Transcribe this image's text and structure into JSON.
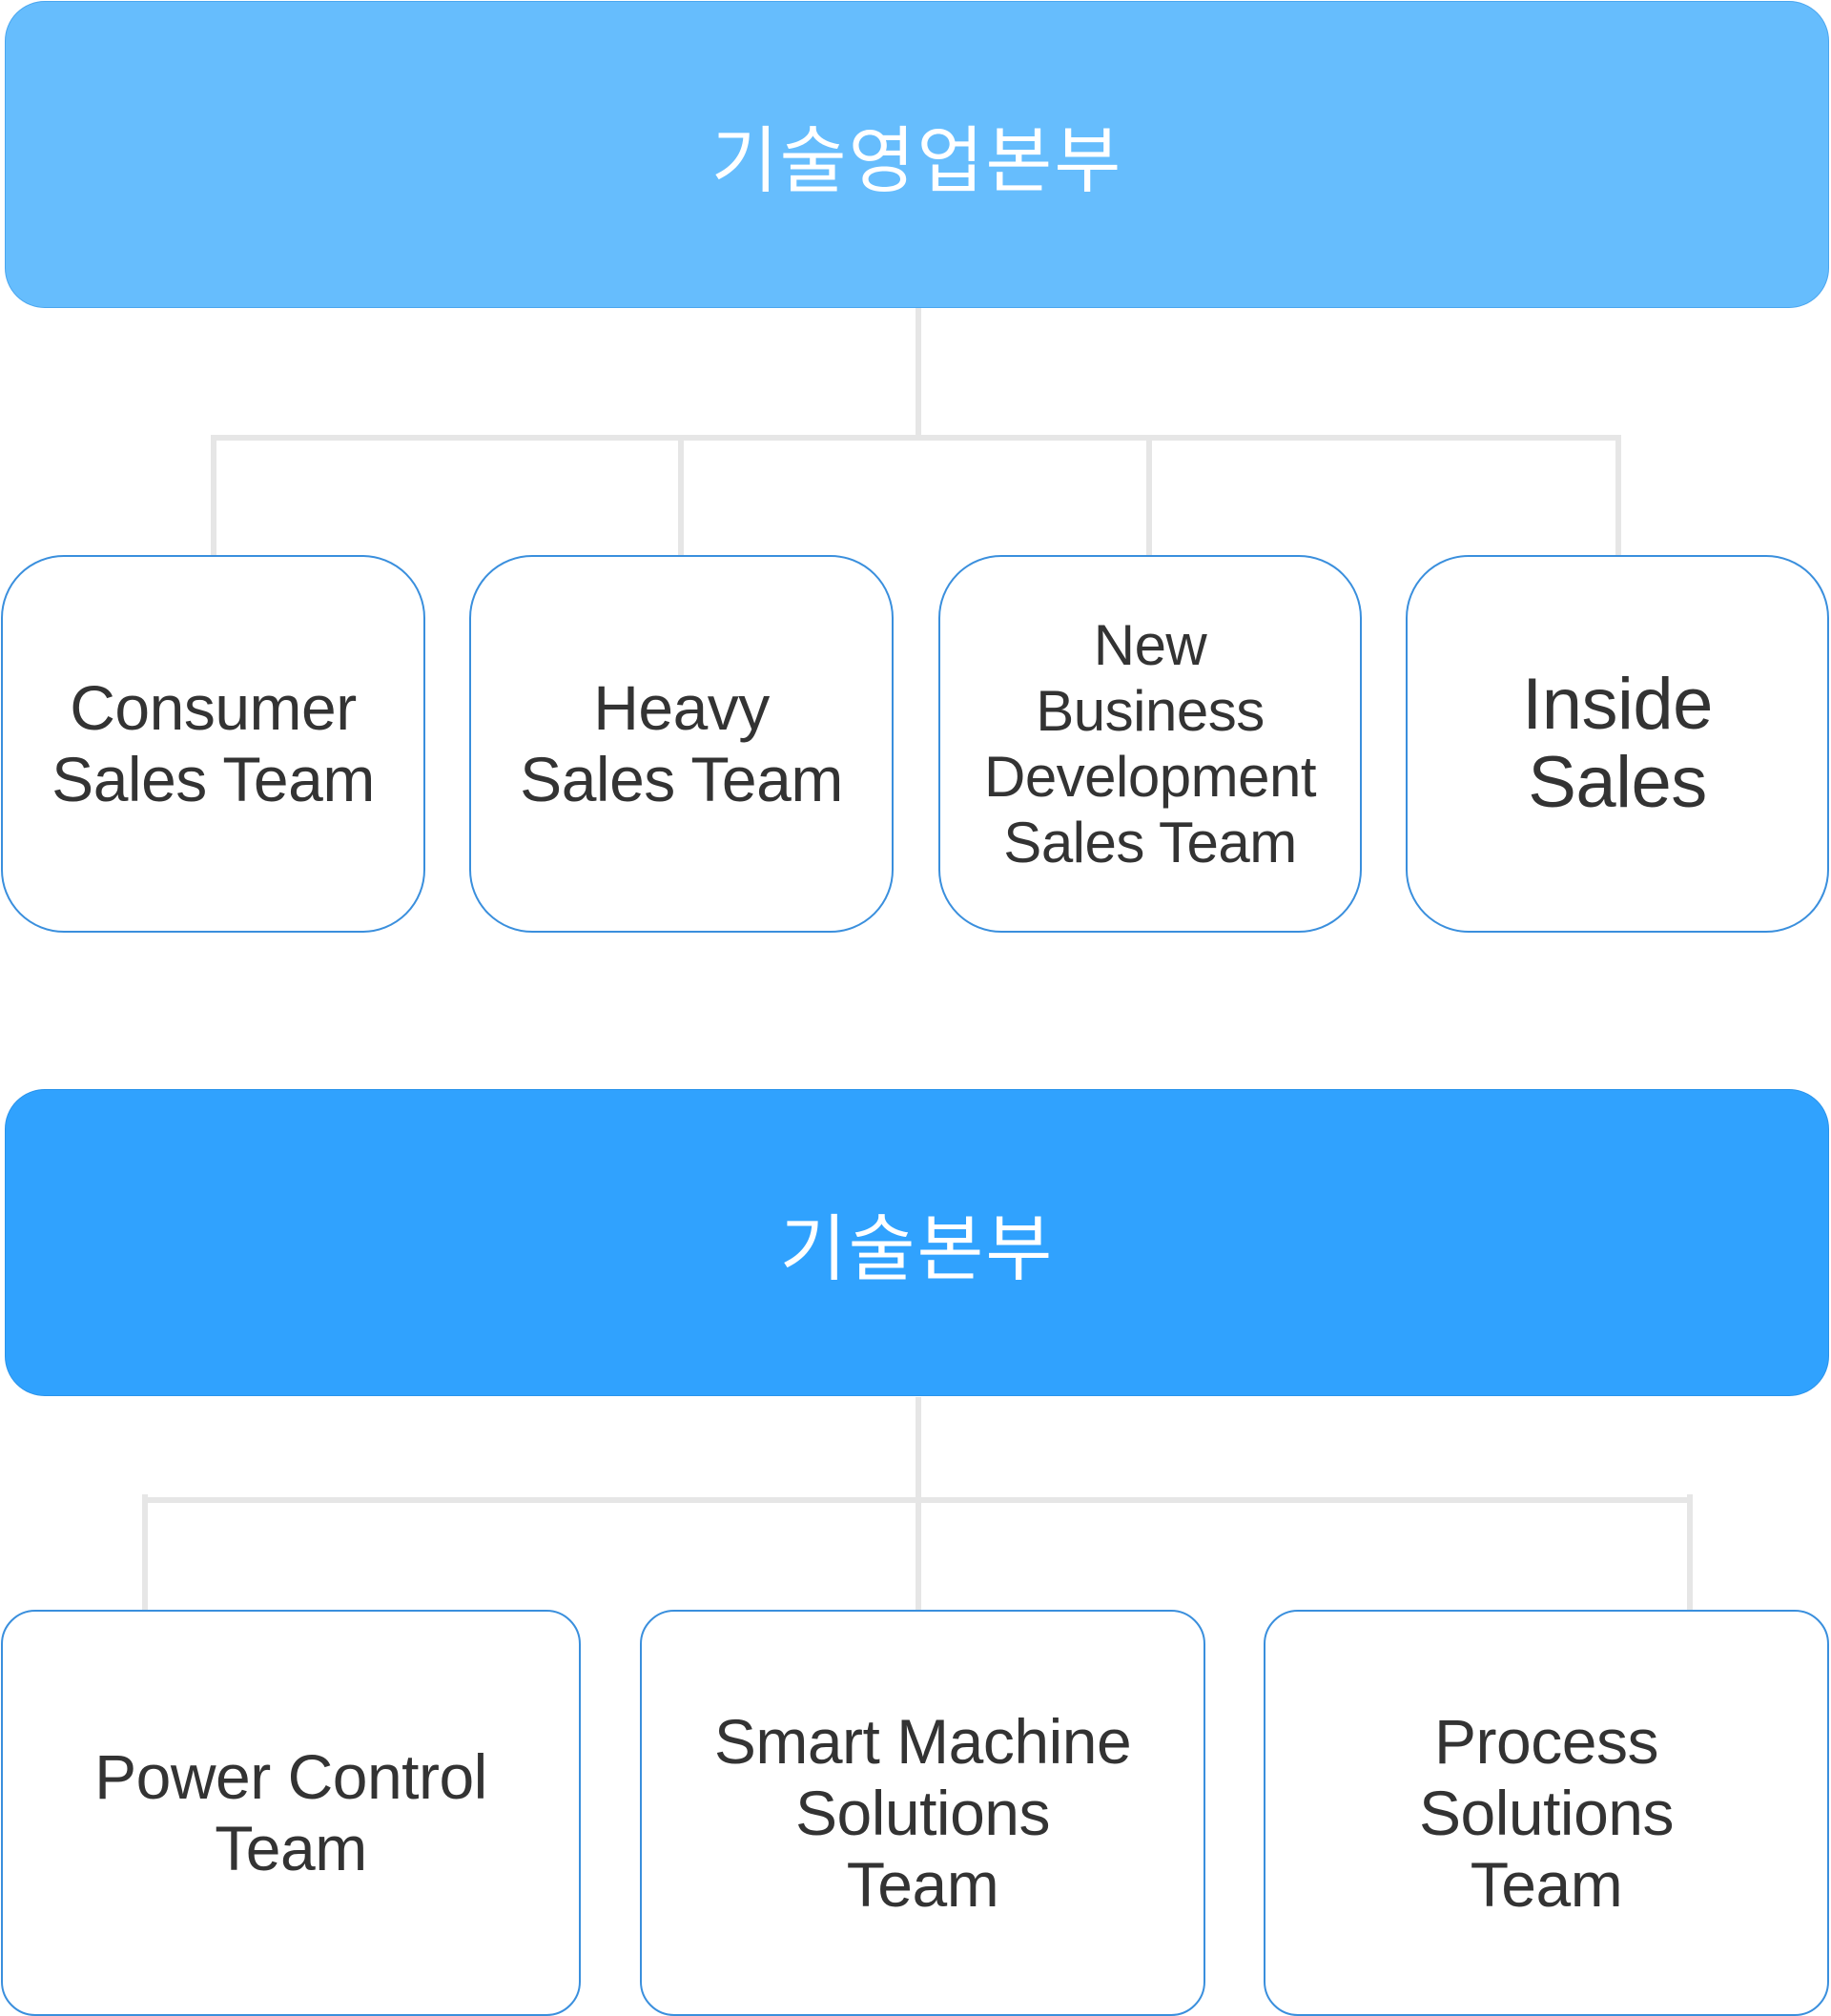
{
  "colors": {
    "sales_division_bg": "#66bdfd",
    "tech_division_bg": "#30a2fe",
    "team_border": "#3a8fdd",
    "connector": "#e6e6e6",
    "team_text": "#333333",
    "division_text": "#ffffff"
  },
  "divisions": [
    {
      "title": "기술영업본부",
      "teams": [
        {
          "label": "Consumer\nSales Team"
        },
        {
          "label": "Heavy\nSales Team"
        },
        {
          "label": "New\nBusiness\nDevelopment\nSales Team"
        },
        {
          "label": "Inside\nSales"
        }
      ]
    },
    {
      "title": "기술본부",
      "teams": [
        {
          "label": "Power Control\nTeam"
        },
        {
          "label": "Smart Machine\nSolutions\nTeam"
        },
        {
          "label": "Process\nSolutions\nTeam"
        }
      ]
    }
  ]
}
